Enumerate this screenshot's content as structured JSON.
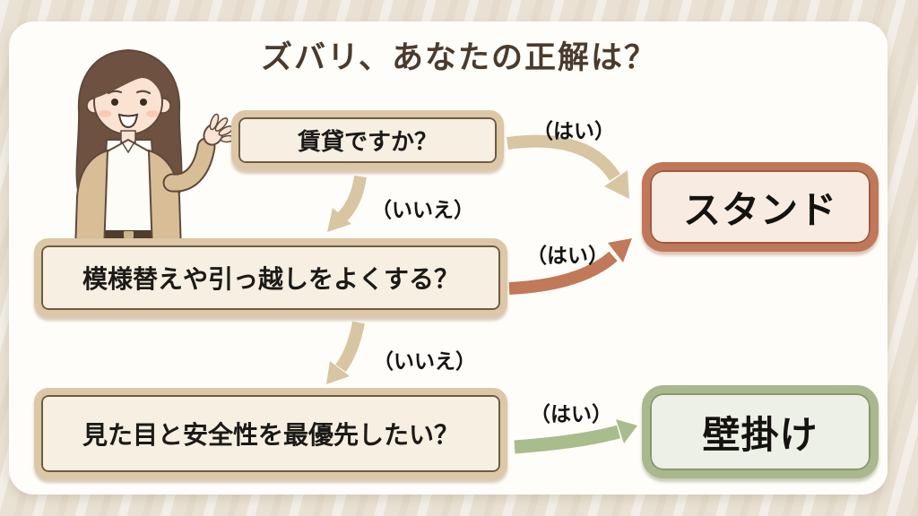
{
  "title": "ズバリ、あなたの正解は？",
  "questions": [
    {
      "id": "q1",
      "label": "賃貸ですか？"
    },
    {
      "id": "q2",
      "label": "模様替えや引っ越しをよくする？"
    },
    {
      "id": "q3",
      "label": "見た目と安全性を最優先したい？"
    }
  ],
  "edges": [
    {
      "from": "q1",
      "to": "stand",
      "label": "（はい）"
    },
    {
      "from": "q1",
      "to": "q2",
      "label": "（いいえ）"
    },
    {
      "from": "q2",
      "to": "stand",
      "label": "（はい）"
    },
    {
      "from": "q2",
      "to": "q3",
      "label": "（いいえ）"
    },
    {
      "from": "q3",
      "to": "wall",
      "label": "（はい）"
    }
  ],
  "results": [
    {
      "id": "stand",
      "label": "スタンド",
      "accent": "#bf7859"
    },
    {
      "id": "wall",
      "label": "壁掛け",
      "accent": "#a9b88e"
    }
  ],
  "illustration": "presenter-woman",
  "colors": {
    "background": "#e9e1d3",
    "card": "#fffdf9",
    "title_text": "#4a3b2e",
    "question_fill": "#f6efe2",
    "question_border": "#dcc8a6",
    "stand_fill": "#f8ece2",
    "stand_border": "#bf7859",
    "wall_fill": "#edf0e6",
    "wall_border": "#a9b88e",
    "arrow_neutral": "#d8c5a2",
    "arrow_stand": "#c1795a",
    "arrow_wall": "#a9bc8c"
  }
}
